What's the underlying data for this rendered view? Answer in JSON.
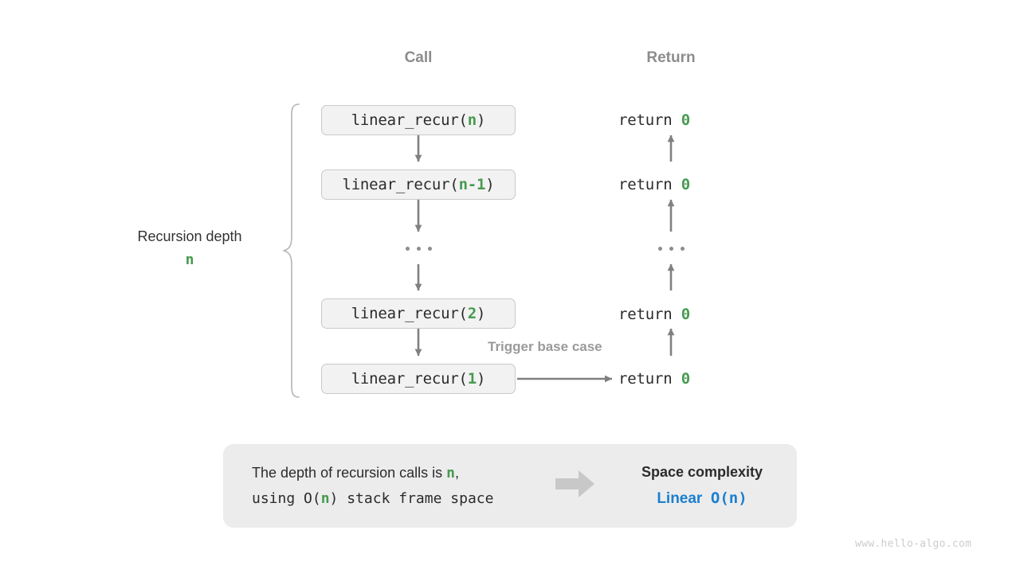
{
  "headers": {
    "call": "Call",
    "return": "Return"
  },
  "depth": {
    "label": "Recursion depth",
    "value": "n"
  },
  "call_stack": [
    {
      "prefix": "linear_recur(",
      "arg": "n",
      "suffix": ")"
    },
    {
      "prefix": "linear_recur(",
      "arg": "n-1",
      "suffix": ")"
    },
    {
      "prefix": "linear_recur(",
      "arg": "2",
      "suffix": ")"
    },
    {
      "prefix": "linear_recur(",
      "arg": "1",
      "suffix": ")"
    }
  ],
  "returns": [
    {
      "keyword": "return ",
      "value": "0"
    },
    {
      "keyword": "return ",
      "value": "0"
    },
    {
      "keyword": "return ",
      "value": "0"
    },
    {
      "keyword": "return ",
      "value": "0"
    }
  ],
  "annotations": {
    "trigger_base_case": "Trigger base case",
    "ellipsis": "..."
  },
  "summary": {
    "line1_a": "The depth of recursion calls is ",
    "line1_n": "n",
    "line1_b": ",",
    "line2_a": "using O(",
    "line2_n": "n",
    "line2_b": ") stack frame space",
    "result_title": "Space complexity",
    "result_kind": "Linear",
    "result_notation": "O(n)"
  },
  "watermark": "www.hello-algo.com",
  "colors": {
    "accent_green": "#479a4f",
    "accent_blue": "#1b7fd0",
    "gray_text": "#8c8c8c",
    "arrow_gray": "#808080",
    "box_fill": "#f2f2f2",
    "box_border": "#c9c9c9",
    "panel_fill": "#ececec",
    "watermark": "#cdcdcd"
  }
}
